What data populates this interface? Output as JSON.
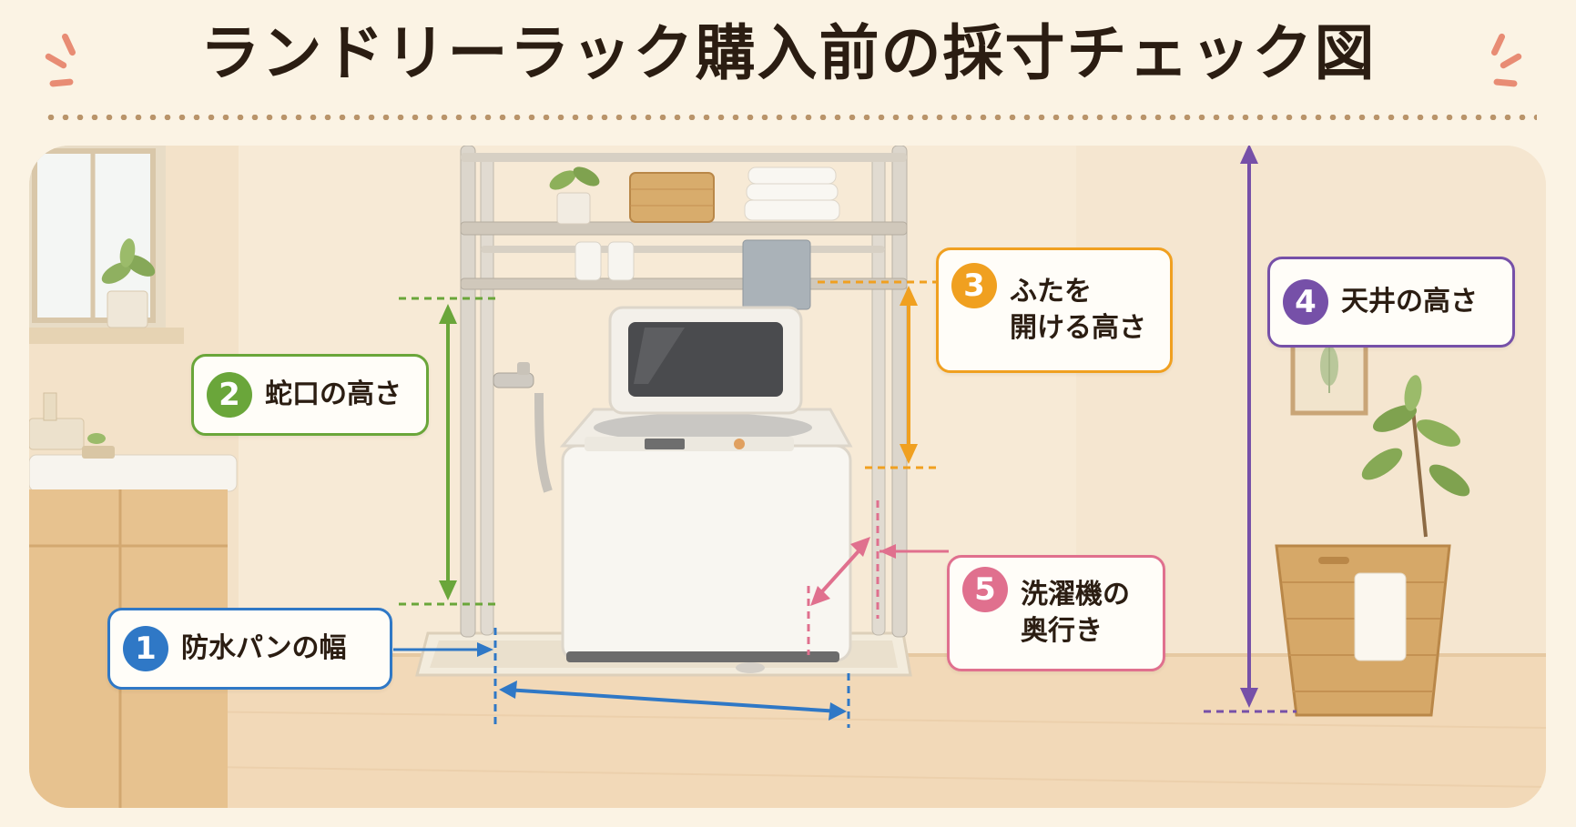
{
  "title": "ランドリーラック購入前の採寸チェック図",
  "colors": {
    "blue": "#2f78c6",
    "green": "#6aa63a",
    "orange": "#f0a020",
    "purple": "#7650a8",
    "pink": "#e0708e"
  },
  "measurements": [
    {
      "num": "1",
      "label": "防水パンの幅",
      "color": "#2f78c6"
    },
    {
      "num": "2",
      "label": "蛇口の高さ",
      "color": "#6aa63a"
    },
    {
      "num": "3",
      "label": "ふたを\n開ける高さ",
      "color": "#f0a020"
    },
    {
      "num": "4",
      "label": "天井の高さ",
      "color": "#7650a8"
    },
    {
      "num": "5",
      "label": "洗濯機の\n奥行き",
      "color": "#e0708e"
    }
  ]
}
